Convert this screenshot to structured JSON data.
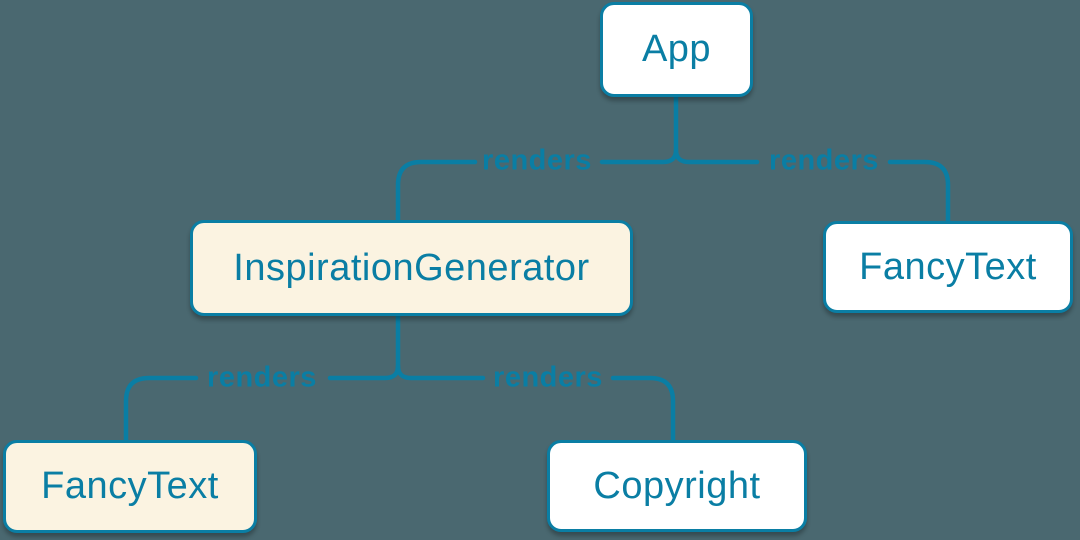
{
  "diagram": {
    "type": "component-render-tree",
    "colors": {
      "background": "#4a6870",
      "line": "#0a7ea4",
      "node_border": "#0a7ea4",
      "node_text": "#0a7ea4",
      "edge_label_text": "#0a7ea4",
      "node_background_white": "#ffffff",
      "node_background_cream": "#fbf3e1"
    },
    "nodes": [
      {
        "id": "app",
        "label": "App",
        "variant": "white"
      },
      {
        "id": "inspiration-generator",
        "label": "InspirationGenerator",
        "variant": "cream"
      },
      {
        "id": "fancy-text-right",
        "label": "FancyText",
        "variant": "white"
      },
      {
        "id": "fancy-text-left",
        "label": "FancyText",
        "variant": "cream"
      },
      {
        "id": "copyright",
        "label": "Copyright",
        "variant": "white"
      }
    ],
    "edges": [
      {
        "from": "App",
        "to": "InspirationGenerator",
        "label": "renders"
      },
      {
        "from": "App",
        "to": "FancyText",
        "label": "renders"
      },
      {
        "from": "InspirationGenerator",
        "to": "FancyText",
        "label": "renders"
      },
      {
        "from": "InspirationGenerator",
        "to": "Copyright",
        "label": "renders"
      }
    ]
  }
}
